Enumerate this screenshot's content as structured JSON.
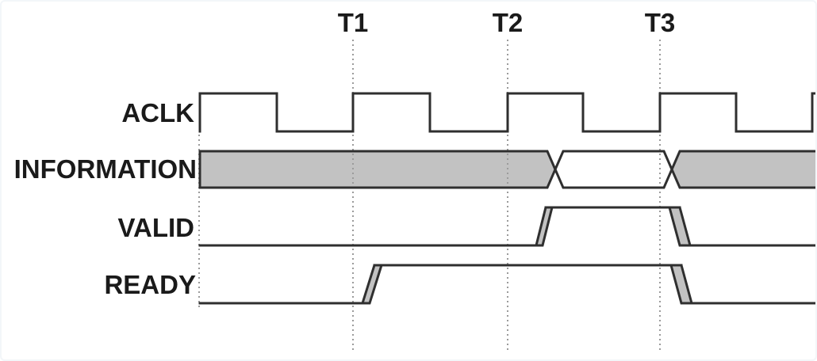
{
  "palette": {
    "background": "#ffffff",
    "frame": "#f3f6f9",
    "line": "#2f2f2f",
    "bus_fill": "#c2c2c2",
    "guide": "#9b9b9b",
    "text": "#1a1a1a"
  },
  "time_markers": [
    {
      "label": "T1"
    },
    {
      "label": "T2"
    },
    {
      "label": "T3"
    }
  ],
  "signals": [
    {
      "label": "ACLK",
      "kind": "clock",
      "description": "Free-running clock, 50% duty cycle; rising edges align with T1, T2 and T3"
    },
    {
      "label": "INFORMATION",
      "kind": "bus",
      "states": [
        {
          "value": "not valid (shaded)",
          "from": "start",
          "to": "shortly after T2"
        },
        {
          "value": "valid (open)",
          "from": "shortly after T2",
          "to": "shortly after T3"
        },
        {
          "value": "not valid (shaded)",
          "from": "shortly after T3",
          "to": "end"
        }
      ]
    },
    {
      "label": "VALID",
      "kind": "logic",
      "events": [
        {
          "transition": "rise",
          "time": "after T2"
        },
        {
          "transition": "fall",
          "time": "after T3"
        }
      ]
    },
    {
      "label": "READY",
      "kind": "logic",
      "events": [
        {
          "transition": "rise",
          "time": "after T1"
        },
        {
          "transition": "fall",
          "time": "after T3"
        }
      ]
    }
  ]
}
